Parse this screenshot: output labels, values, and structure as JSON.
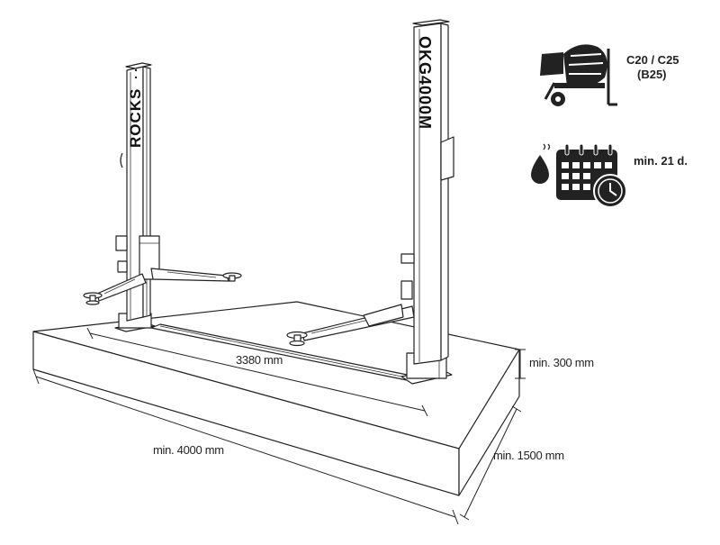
{
  "product": {
    "brand": "ROCKS",
    "model": "OKG4000M"
  },
  "dimensions": {
    "column_spacing": "3380 mm",
    "slab_length": "min. 4000 mm",
    "slab_width": "min. 1500 mm",
    "slab_thickness": "min. 300 mm"
  },
  "specs": {
    "concrete_grade": "C20 / C25",
    "concrete_grade_alt": "(B25)",
    "curing_time": "min. 21 d."
  },
  "icons": {
    "concrete": "concrete-mixer-icon",
    "curing": "calendar-clock-icon",
    "drop": "water-drop-icon"
  }
}
